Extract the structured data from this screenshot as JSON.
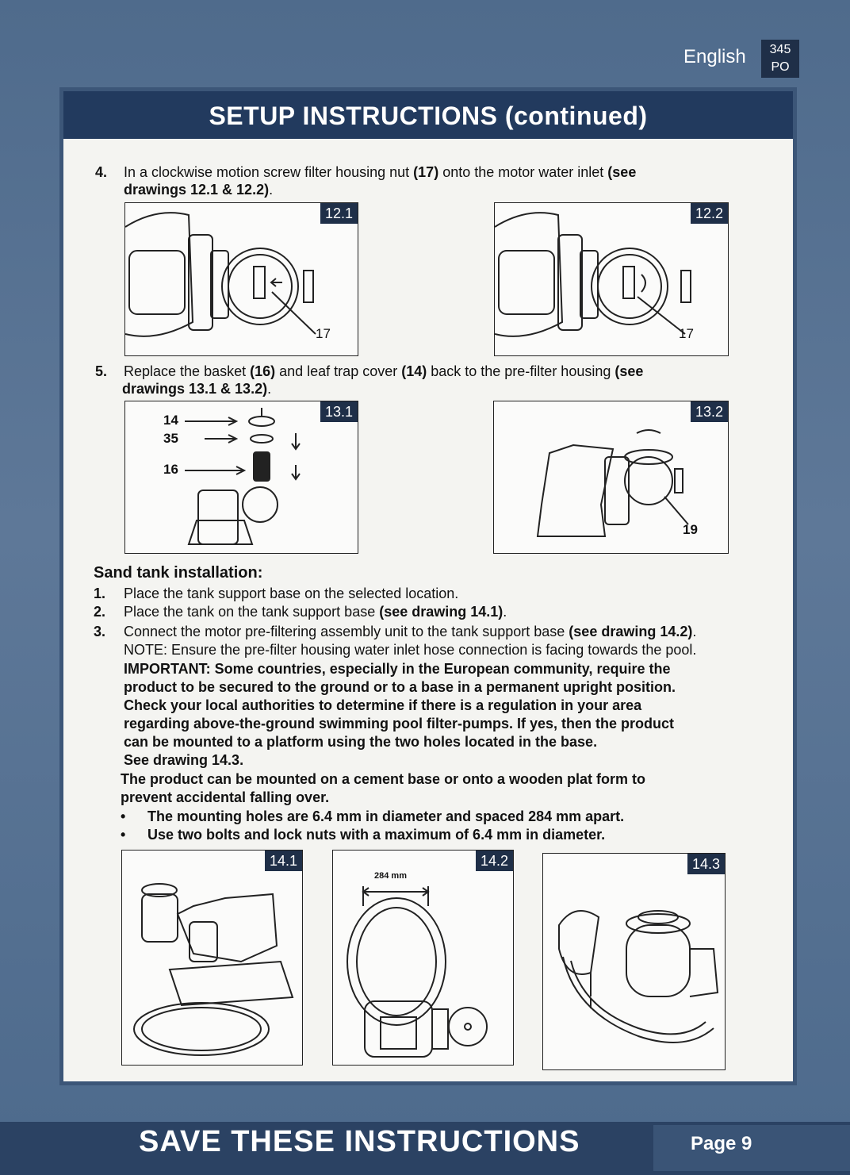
{
  "header": {
    "language": "English",
    "code_line1": "345",
    "code_line2": "PO",
    "title": "SETUP INSTRUCTIONS (continued)"
  },
  "step4": {
    "number": "4.",
    "line1_normal": "In a clockwise motion screw filter housing nut ",
    "line1_bold1": "(17)",
    "line1_normal2": " onto the motor water inlet ",
    "line1_bold2": "(see",
    "line2_bold": "drawings 12.1 & 12.2)",
    "line2_end": ".",
    "fig1_tag": "12.1",
    "fig1_label": "17",
    "fig2_tag": "12.2",
    "fig2_label": "17"
  },
  "step5": {
    "number": "5.",
    "line1_normal": "Replace the basket ",
    "line1_bold1": "(16)",
    "line1_normal2": " and leaf trap cover ",
    "line1_bold2": "(14)",
    "line1_normal3": " back to the pre-filter housing ",
    "line1_bold3": "(see",
    "line2_bold": "drawings 13.1 & 13.2)",
    "line2_end": ".",
    "fig1_tag": "13.1",
    "fig1_labels": [
      "14",
      "35",
      "16"
    ],
    "fig2_tag": "13.2",
    "fig2_label": "19"
  },
  "sand": {
    "heading": "Sand tank installation:",
    "items": [
      {
        "num": "1.",
        "text": "Place the tank support base on the selected location."
      },
      {
        "num": "2.",
        "text": "Place the tank on the tank support base ",
        "bold": "(see drawing 14.1)",
        "end": "."
      },
      {
        "num": "3.",
        "text": "Connect the motor pre-filtering assembly unit to the tank support base ",
        "bold": "(see drawing 14.2)",
        "end": "."
      }
    ],
    "note": "NOTE: Ensure the pre-filter housing water inlet hose connection is facing towards the pool.",
    "important_lines": [
      "IMPORTANT: Some countries, especially in the European community, require the",
      "product to be secured to the ground or to a base in a permanent upright position.",
      "Check your local authorities to determine if there is a regulation in your area",
      "regarding above-the-ground swimming pool filter-pumps. If yes, then the product",
      "can be mounted to a platform using the two holes located in the base."
    ],
    "see_drawing": "See drawing 14.3.",
    "mount_lines": [
      "The product can be mounted on a cement base or onto a wooden plat form to",
      "prevent accidental falling over."
    ],
    "bullets": [
      "The mounting holes are 6.4 mm in diameter and spaced 284 mm apart.",
      "Use two bolts and lock nuts with a maximum of 6.4 mm in diameter."
    ],
    "fig1_tag": "14.1",
    "fig2_tag": "14.2",
    "fig2_dim": "284 mm",
    "fig3_tag": "14.3"
  },
  "footer": {
    "title": "SAVE THESE INSTRUCTIONS",
    "page": "Page 9"
  }
}
